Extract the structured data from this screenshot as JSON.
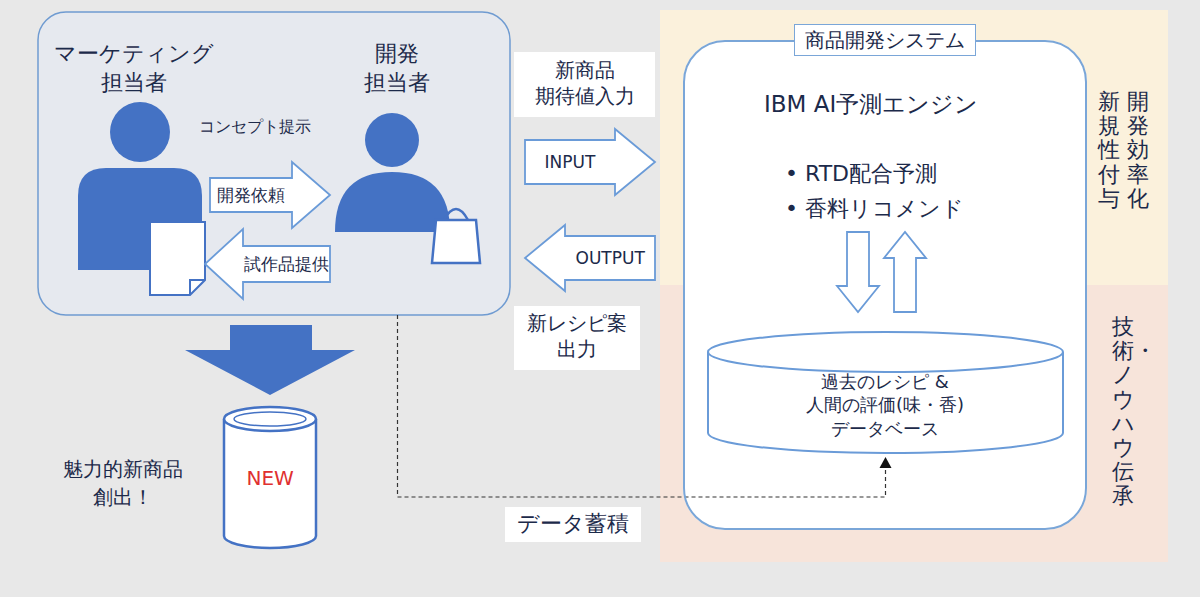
{
  "diagram": {
    "nodes": [
      {
        "text": [
          "マーケティング 担当者"
        ]
      },
      {
        "text": [
          "開発 担当者"
        ]
      },
      {
        "text": [
          "新商品 期待値入力"
        ]
      },
      {
        "text": [
          "新レシピ案 出力"
        ]
      },
      {
        "text": [
          "開発効率化",
          "新規性付与"
        ]
      },
      {
        "text": [
          "技術・ノウハウ伝承"
        ]
      },
      {
        "text": [
          "商品開発システム",
          "IBM AI予測エンジン",
          "• RTD配合予測",
          "• 香料リコメンド"
        ]
      },
      {
        "text": [
          "過去のレシピ & 人間の評価(味・香) データベース"
        ],
        "in": 6
      },
      {
        "text": [
          "NEW"
        ]
      }
    ],
    "edges": [
      {
        "from": 0,
        "to": 1,
        "label": "開発依頼",
        "arrow": "to"
      },
      {
        "from": 1,
        "to": 0,
        "label": "試作品提供",
        "arrow": "to"
      },
      {
        "from": 1,
        "to": 6,
        "label": "INPUT",
        "arrow": "to"
      },
      {
        "from": 6,
        "to": 1,
        "label": "OUTPUT",
        "arrow": "to"
      },
      {
        "from": 6,
        "to": 7,
        "arrow": "to"
      },
      {
        "from": 7,
        "to": 6,
        "arrow": "to"
      },
      {
        "from": 1,
        "to": 7,
        "label": "データ蓄積",
        "arrow": "to"
      }
    ],
    "labels": [
      "コンセプト提示",
      "魅力的新商品 創出！"
    ]
  }
}
